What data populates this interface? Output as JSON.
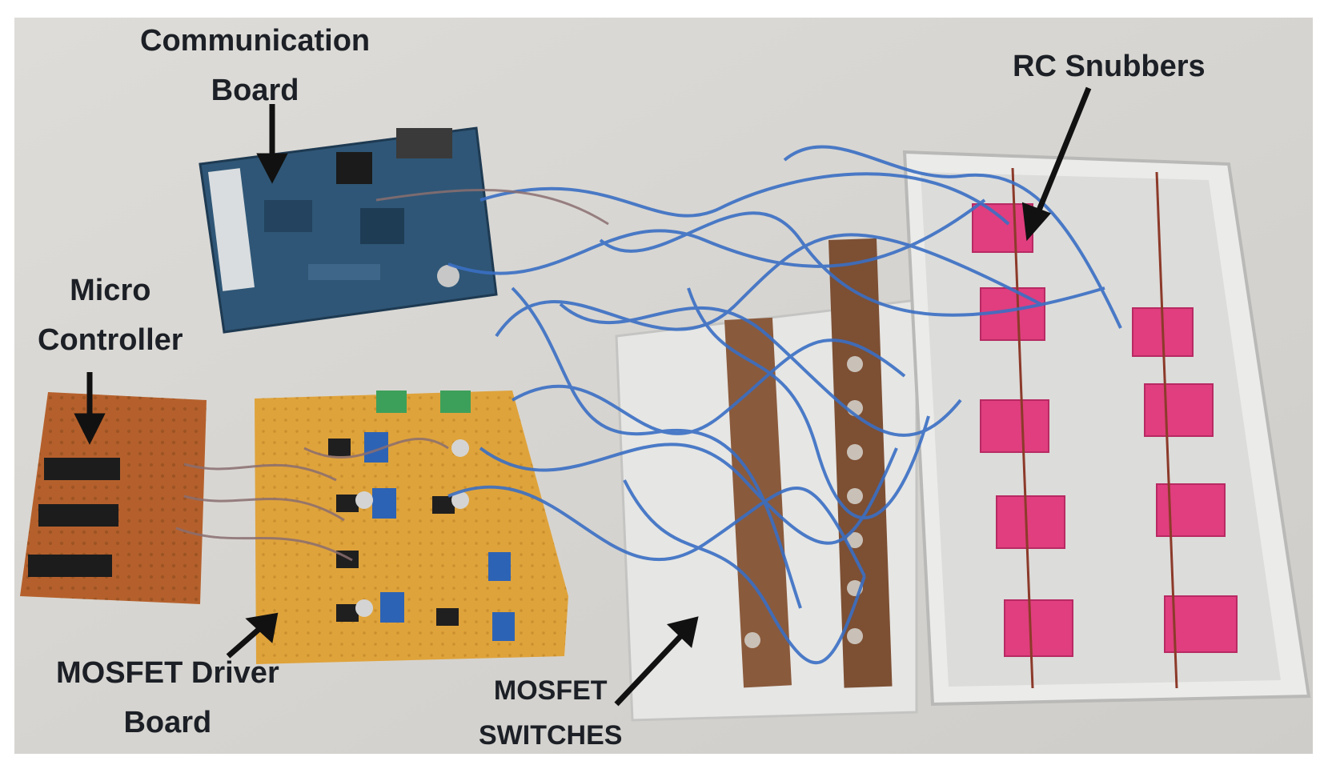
{
  "image": {
    "description_colors": {
      "background": "#d9d7d3",
      "wire_blue": "#3a6fc4",
      "pcb_blue": "#2b4f6e",
      "protoboard_orange": "#e0a23a",
      "perfboard_copper": "#b8642f",
      "snubber_pink": "#e23f7f",
      "enclosure_white": "#e8e8e6",
      "bus_bar_copper": "#8a5a3c"
    }
  },
  "labels": {
    "communication_board": {
      "line1": "Communication",
      "line2": "Board"
    },
    "micro_controller": {
      "line1": "Micro",
      "line2": "Controller"
    },
    "mosfet_driver_board": {
      "line1": "MOSFET Driver",
      "line2": "Board"
    },
    "mosfet_switches": {
      "line1": "MOSFET",
      "line2": "SWITCHES"
    },
    "rc_snubbers": {
      "line1": "RC Snubbers"
    }
  }
}
